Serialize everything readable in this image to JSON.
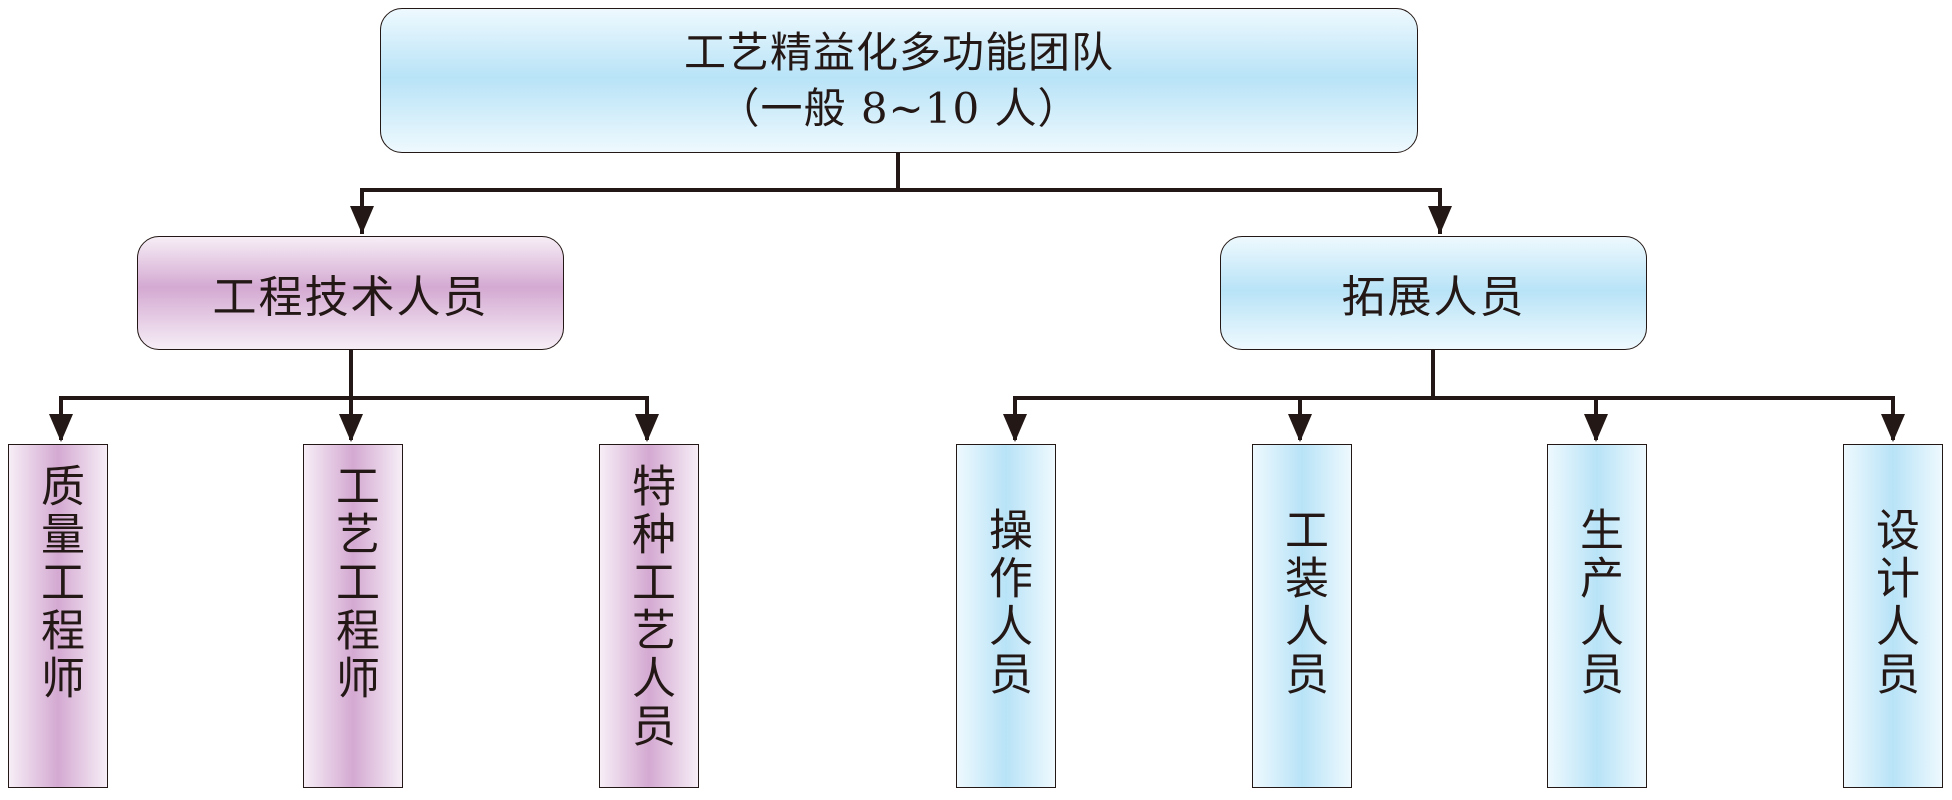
{
  "root": {
    "title": "工艺精益化多功能团队",
    "subtitle": "（一般 8~10 人）"
  },
  "groups": [
    {
      "label": "工程技术人员",
      "members": [
        "质量工程师",
        "工艺工程师",
        "特种工艺人员"
      ]
    },
    {
      "label": "拓展人员",
      "members": [
        "操作人员",
        "工装人员",
        "生产人员",
        "设计人员"
      ]
    }
  ],
  "colors": {
    "line": "#231815",
    "blue_fill": "#b8e3f7",
    "purple_fill": "#d4a9d2"
  }
}
